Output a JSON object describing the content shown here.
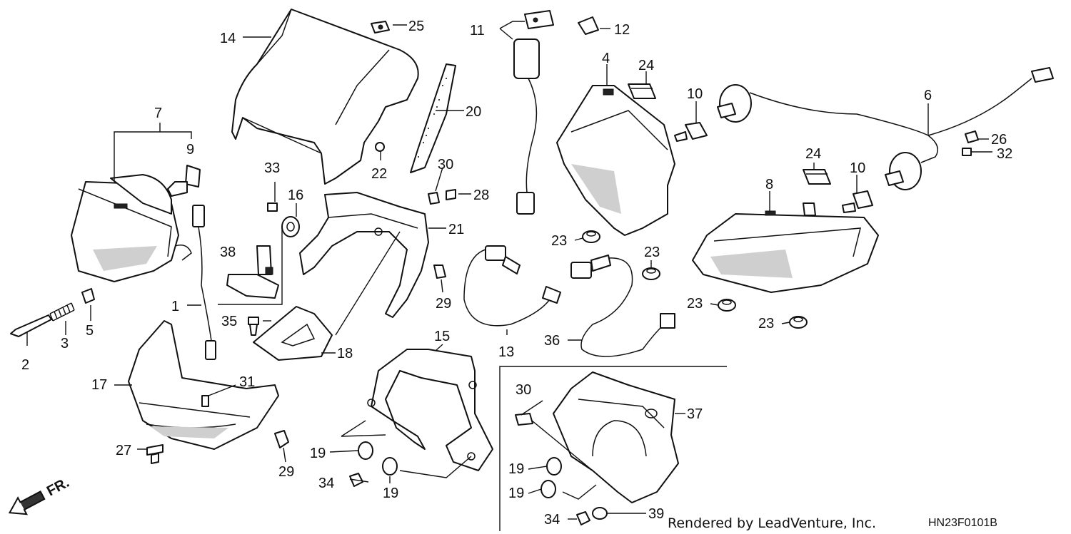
{
  "labels": {
    "p1": "1",
    "p2": "2",
    "p3": "3",
    "p4": "4",
    "p5": "5",
    "p6": "6",
    "p7": "7",
    "p8": "8",
    "p9": "9",
    "p10a": "10",
    "p10b": "10",
    "p11": "11",
    "p12": "12",
    "p13": "13",
    "p14": "14",
    "p15": "15",
    "p16": "16",
    "p17": "17",
    "p18": "18",
    "p19a": "19",
    "p19b": "19",
    "p19c": "19",
    "p19d": "19",
    "p20": "20",
    "p21": "21",
    "p22": "22",
    "p23a": "23",
    "p23b": "23",
    "p23c": "23",
    "p23d": "23",
    "p24a": "24",
    "p24b": "24",
    "p25": "25",
    "p26": "26",
    "p27": "27",
    "p28": "28",
    "p29a": "29",
    "p29b": "29",
    "p30a": "30",
    "p30b": "30",
    "p31": "31",
    "p32": "32",
    "p33": "33",
    "p34a": "34",
    "p34b": "34",
    "p35": "35",
    "p36": "36",
    "p37": "37",
    "p38": "38",
    "p39": "39"
  },
  "front_arrow_label": "FR.",
  "footer": {
    "rendered_by": "Rendered by LeadVenture, Inc.",
    "diagram_code": "HN23F0101B"
  },
  "colors": {
    "line": "#111111",
    "background": "#ffffff",
    "shading": "#cfcfcf"
  }
}
